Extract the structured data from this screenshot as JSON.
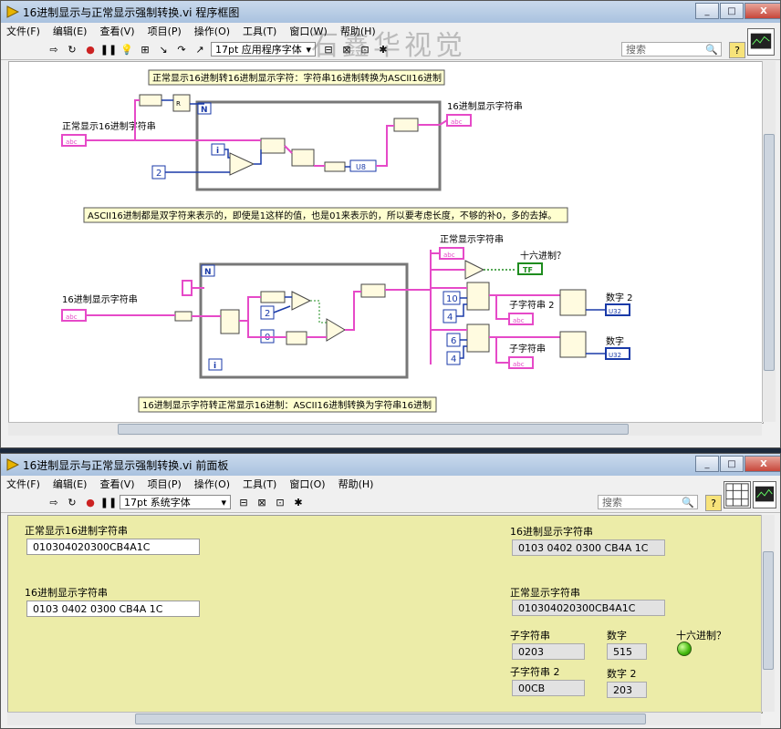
{
  "diagram_window": {
    "title": "16进制显示与正常显示强制转换.vi 程序框图",
    "menu": [
      "文件(F)",
      "编辑(E)",
      "查看(V)",
      "项目(P)",
      "操作(O)",
      "工具(T)",
      "窗口(W)",
      "帮助(H)"
    ],
    "font_select": "17pt 应用程序字体",
    "search_placeholder": "搜索",
    "watermark": "石鑫华视觉"
  },
  "block_diagram": {
    "comment_top": "正常显示16进制转16进制显示字符：字符串16进制转换为ASCII16进制",
    "comment_mid": "ASCII16进制都是双字符来表示的，即使是1这样的值，也是01来表示的，所以要考虑长度，不够的补0，多的去掉。",
    "comment_bottom": "16进制显示字符转正常显示16进制：ASCII16进制转换为字符串16进制",
    "label_normal_in": "正常显示16进制字符串",
    "label_hex_out": "16进制显示字符串",
    "label_hex_in": "16进制显示字符串",
    "label_normal_out": "正常显示字符串",
    "label_is_hex": "十六进制？",
    "label_sub2": "子字符串 2",
    "label_sub": "子字符串",
    "label_num2": "数字 2",
    "label_num": "数字",
    "const_2": "2",
    "const_2b": "2",
    "const_0": "0",
    "const_10": "10",
    "const_4a": "4",
    "const_6": "6",
    "const_4b": "4",
    "term_abc": "abc",
    "term_u8": "U8",
    "term_tf": "TF",
    "term_u32": "U32",
    "loop_n": "N",
    "loop_i": "i"
  },
  "panel_window": {
    "title": "16进制显示与正常显示强制转换.vi 前面板",
    "menu": [
      "文件(F)",
      "编辑(E)",
      "查看(V)",
      "项目(P)",
      "操作(O)",
      "工具(T)",
      "窗口(O)",
      "帮助(H)"
    ],
    "font_select": "17pt 系统字体",
    "search_placeholder": "搜索"
  },
  "front_panel": {
    "ctl_normal_label": "正常显示16进制字符串",
    "ctl_normal_value": "010304020300CB4A1C",
    "ctl_hex_label": "16进制显示字符串",
    "ctl_hex_value": "0103 0402 0300 CB4A 1C",
    "ind_hex_label": "16进制显示字符串",
    "ind_hex_value": "0103 0402 0300 CB4A 1C",
    "ind_normal_label": "正常显示字符串",
    "ind_normal_value": "010304020300CB4A1C",
    "sub_label": "子字符串",
    "sub_value": "0203",
    "num_label": "数字",
    "num_value": "515",
    "is_hex_label": "十六进制？",
    "sub2_label": "子字符串 2",
    "sub2_value": "00CB",
    "num2_label": "数字 2",
    "num2_value": "203"
  },
  "colors": {
    "string_wire": "#e64ac8",
    "numeric_wire": "#1a3aa8",
    "boolean_wire": "#1e8c1e",
    "panel_bg": "#ececa8",
    "led_on": "#41b80c"
  }
}
